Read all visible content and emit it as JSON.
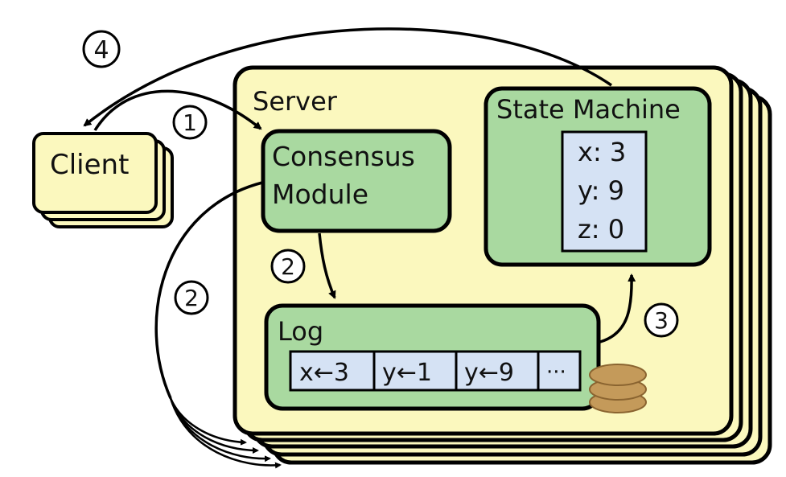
{
  "server": {
    "label": "Server"
  },
  "client": {
    "label": "Client"
  },
  "consensus_module": {
    "label_line1": "Consensus",
    "label_line2": "Module"
  },
  "state_machine": {
    "label": "State Machine",
    "values": [
      "x: 3",
      "y: 9",
      "z: 0"
    ]
  },
  "log": {
    "label": "Log",
    "entries": [
      "x←3",
      "y←1",
      "y←9",
      "···"
    ]
  },
  "steps": {
    "client_request": "1",
    "module_to_log": "2",
    "replicate": "2",
    "apply": "3",
    "response": "4"
  },
  "colors": {
    "server_fill": "#fbf8be",
    "component_fill": "#a9d9a0",
    "cell_fill": "#d5e2f4",
    "disk_fill": "#c49a5a"
  }
}
